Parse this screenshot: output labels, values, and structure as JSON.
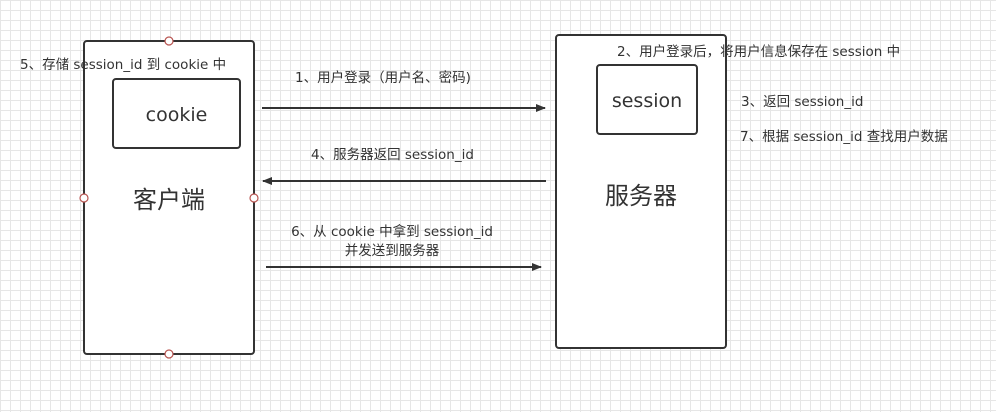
{
  "client": {
    "title": "客户端",
    "cookie_label": "cookie"
  },
  "server": {
    "title": "服务器",
    "session_label": "session"
  },
  "steps": {
    "s1": "1、用户登录（用户名、密码)",
    "s2": "2、用户登录后，将用户信息保存在 session 中",
    "s3": "3、返回 session_id",
    "s4": "4、服务器返回 session_id",
    "s5": "5、存储 session_id 到 cookie 中",
    "s6_line1": "6、从 cookie 中拿到 session_id",
    "s6_line2": "并发送到服务器",
    "s7": "7、根据 session_id 查找用户数据"
  },
  "colors": {
    "stroke": "#333333",
    "handle": "#b85450",
    "text": "#333333"
  }
}
